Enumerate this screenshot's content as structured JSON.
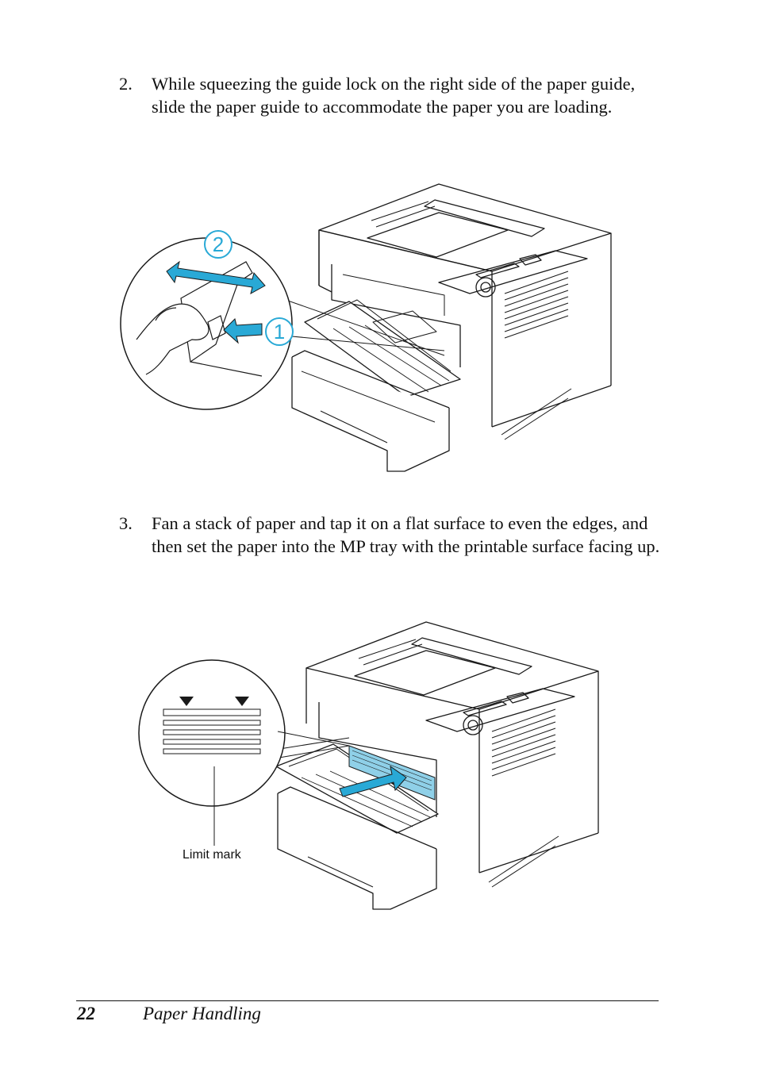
{
  "steps": [
    {
      "number": "2.",
      "text": "While squeezing the guide lock on the right side of the paper guide, slide the paper guide to accommodate the paper you are loading."
    },
    {
      "number": "3.",
      "text": "Fan a stack of paper and tap it on a flat surface to even the edges, and then set the paper into the MP tray with the printable surface facing up."
    }
  ],
  "figure1": {
    "callout_1": "1",
    "callout_2": "2"
  },
  "figure2": {
    "limit_label": "Limit mark"
  },
  "footer": {
    "page_number": "22",
    "section": "Paper Handling"
  },
  "colors": {
    "accent": "#29a9d6",
    "line": "#1a1a1a"
  }
}
